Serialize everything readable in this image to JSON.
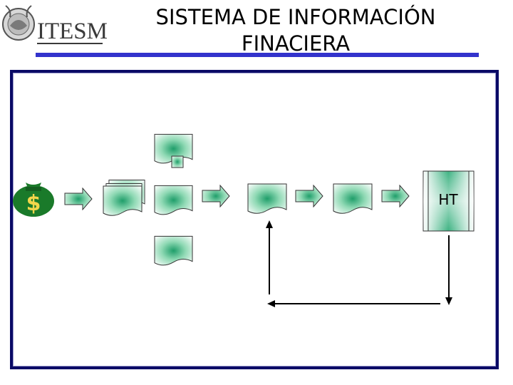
{
  "header": {
    "logo_text": "ITESM",
    "title_line1": "SISTEMA DE INFORMACIÓN",
    "title_line2": "FINACIERA"
  },
  "diagram": {
    "terminal_label": "HT",
    "icons": {
      "money": "money-bag-icon",
      "arrow": "block-arrow-icon",
      "document": "document-icon",
      "multidocument": "multi-document-icon"
    },
    "colors": {
      "title_bar": "#3333cc",
      "frame": "#0a0a66",
      "money_bag": "#1a7a2a",
      "gradient_center": "#2fae7a"
    }
  }
}
